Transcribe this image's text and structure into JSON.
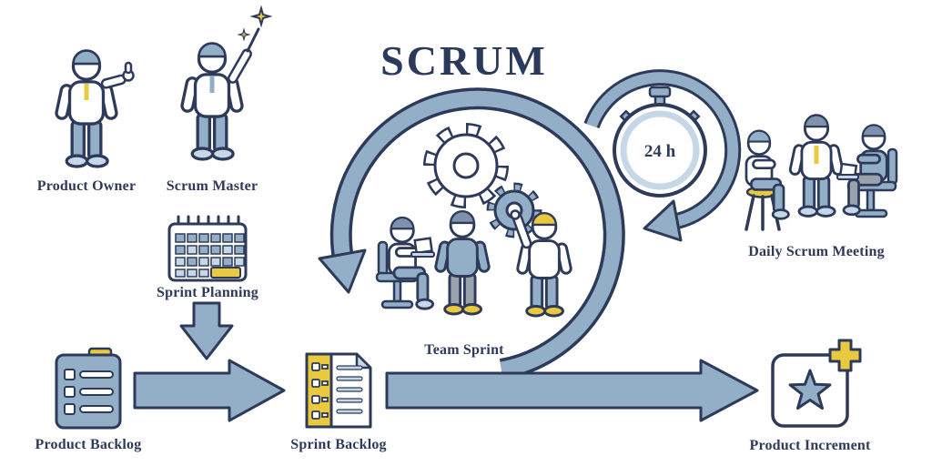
{
  "diagram": {
    "title": "SCRUM",
    "labels": {
      "product_owner": "Product Owner",
      "scrum_master": "Scrum Master",
      "sprint_planning": "Sprint Planning",
      "product_backlog": "Product Backlog",
      "sprint_backlog": "Sprint Backlog",
      "team_sprint": "Team Sprint",
      "daily_scrum_meeting": "Daily Scrum Meeting",
      "product_increment": "Product Increment",
      "timer": "24 h"
    },
    "colors": {
      "outline_navy": "#2e3a59",
      "steel_blue": "#92afc7",
      "light_blue": "#c6d8e8",
      "accent_yellow": "#e9c93f",
      "background": "#ffffff"
    }
  }
}
